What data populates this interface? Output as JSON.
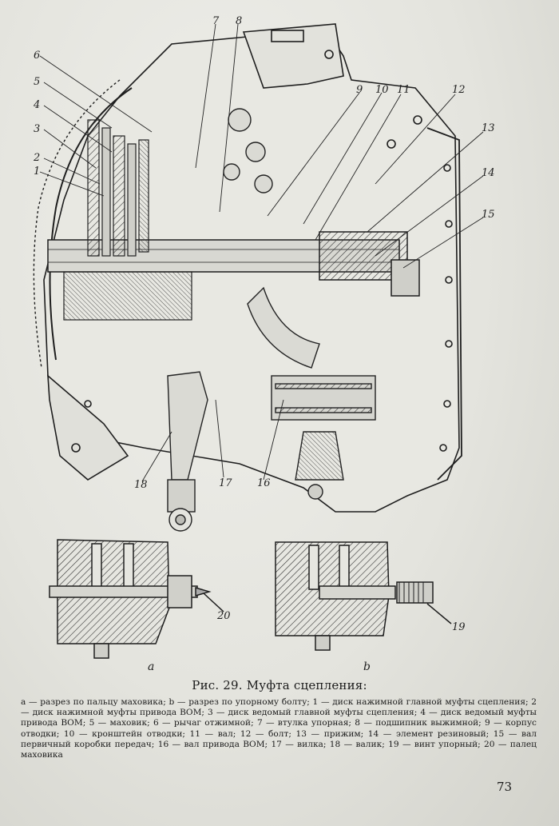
{
  "figure": {
    "callouts": [
      "1",
      "2",
      "3",
      "4",
      "5",
      "6",
      "7",
      "8",
      "9",
      "10",
      "11",
      "12",
      "13",
      "14",
      "15",
      "16",
      "17",
      "18",
      "19",
      "20"
    ],
    "sub_labels": [
      "a",
      "b"
    ]
  },
  "caption": {
    "title": "Рис. 29. Муфта сцепления:",
    "legend": "a — разрез по пальцу маховика; b — разрез по упорному болту; 1 — диск нажимной главной муфты сцепления; 2 — диск нажимной муфты привода ВОМ; 3 — диск ведомый главной муфты сцепления; 4 — диск ведомый муфты привода ВОМ; 5 — маховик; 6 — рычаг отжимной; 7 — втулка упорная; 8 — подшипник выжимной; 9 — корпус отводки; 10 — кронштейн отводки; 11 — вал; 12 — болт; 13 — прижим; 14 — элемент резиновый; 15 — вал первичный коробки передач; 16 — вал привода ВОМ; 17 — вилка; 18 — валик; 19 — винт упорный; 20 — палец маховика"
  },
  "page_number": "73"
}
